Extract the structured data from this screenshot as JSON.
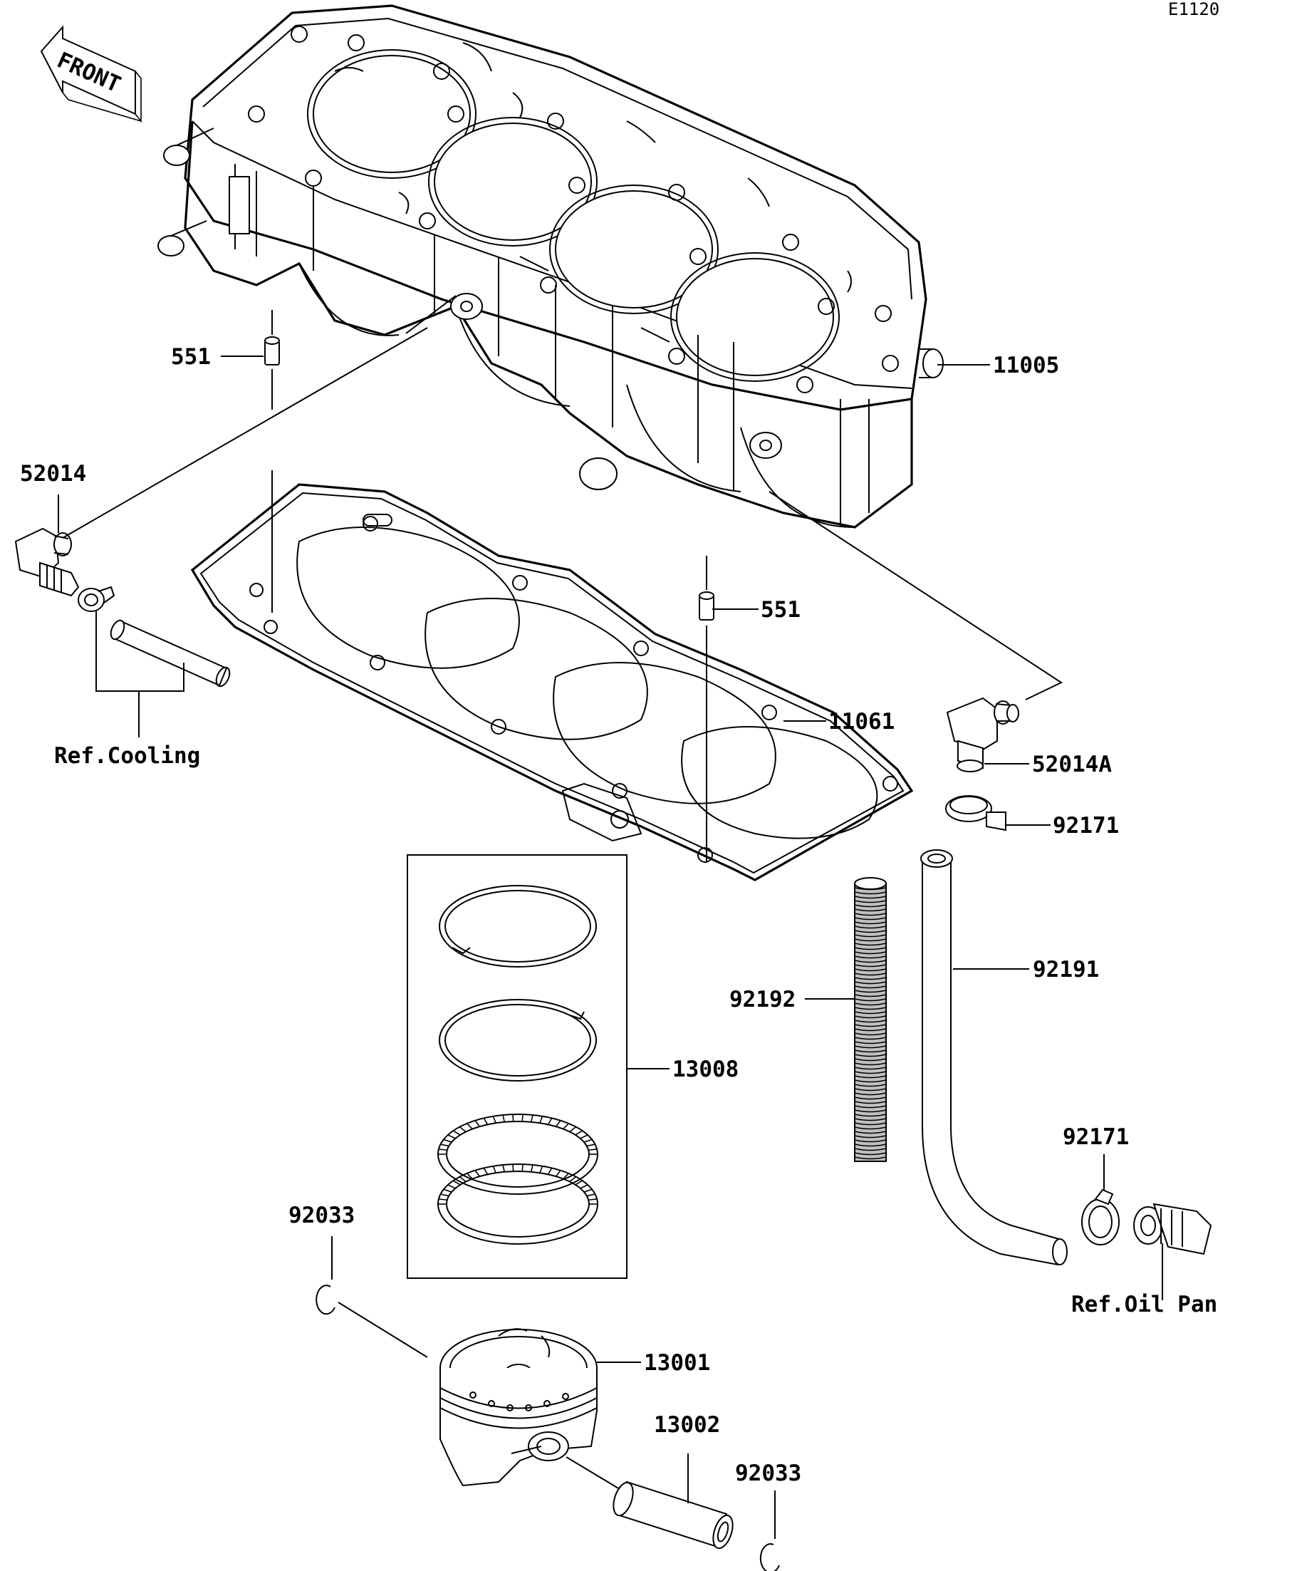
{
  "diagram_code": "E1120",
  "front_label": "FRONT",
  "parts": {
    "p11005": "11005",
    "p551_left": "551",
    "p551_right": "551",
    "p52014": "52014",
    "p11061": "11061",
    "p52014A": "52014A",
    "p92171_top": "92171",
    "p92191": "92191",
    "p92192": "92192",
    "p13008": "13008",
    "p92171_bottom": "92171",
    "p92033_left": "92033",
    "p13001": "13001",
    "p13002": "13002",
    "p92033_right": "92033"
  },
  "references": {
    "cooling": "Ref.Cooling",
    "oil_pan": "Ref.Oil Pan"
  }
}
